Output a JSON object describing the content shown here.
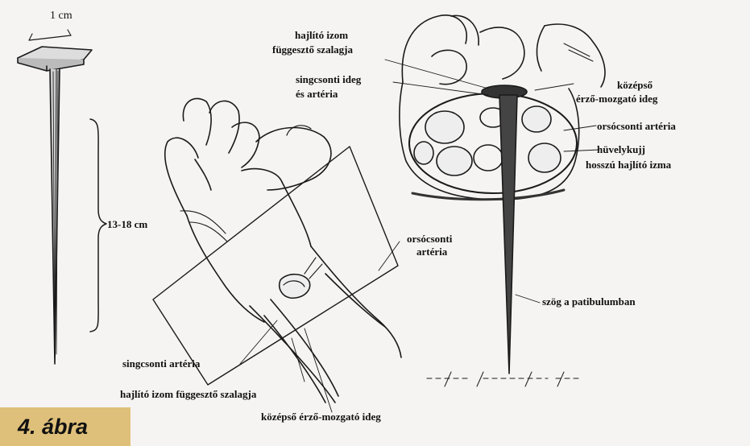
{
  "figure": {
    "caption": "4. ábra",
    "nail": {
      "width_label": "1 cm",
      "length_label": "13-18 cm"
    },
    "hand": {
      "labels": {
        "ulnar_artery": "singcsonti artéria",
        "flexor_retinaculum": "hajlító izom függesztő szalagja",
        "median_nerve": "középső érző-mozgató ideg",
        "radial_artery_1": "orsócsonti",
        "radial_artery_2": "artéria"
      }
    },
    "cross_section": {
      "labels": {
        "flexor_retinaculum_1": "hajlító izom",
        "flexor_retinaculum_2": "függesztő szalagja",
        "ulnar_nerve_1": "singcsonti ideg",
        "ulnar_nerve_2": "és artéria",
        "median_nerve_1": "középső",
        "median_nerve_2": "érző-mozgató ideg",
        "radial_artery": "orsócsonti artéria",
        "flexor_pollicis_1": "hüvelykujj",
        "flexor_pollicis_2": "hosszú  hajlító izma",
        "nail_in_patibulum": "szög a patibulumban"
      }
    }
  }
}
